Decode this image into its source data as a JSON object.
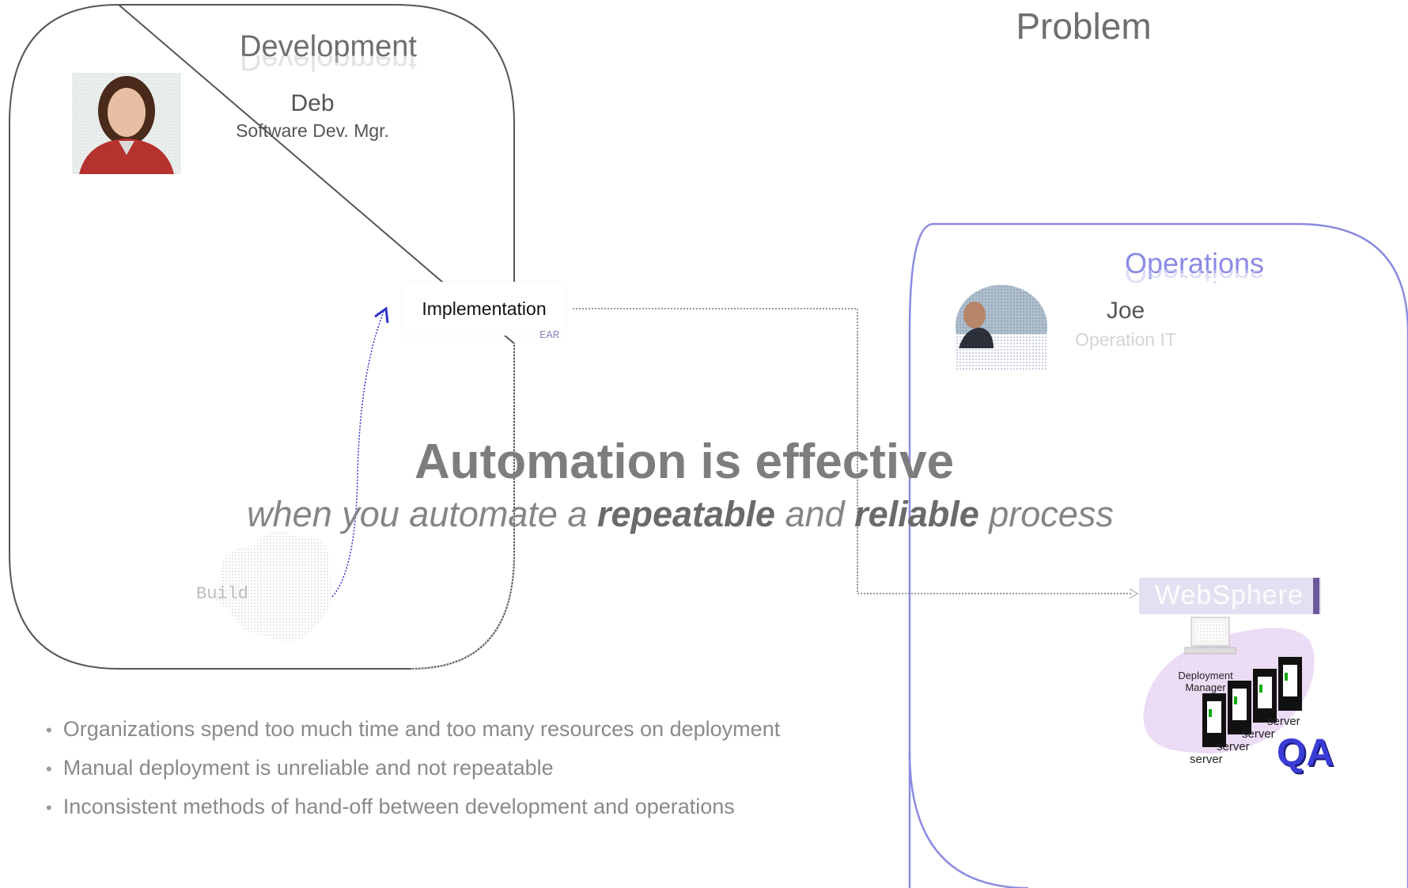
{
  "title": "Problem",
  "development": {
    "title": "Development",
    "person": {
      "name": "Deb",
      "role": "Software Dev. Mgr."
    },
    "artifact": "Implementation",
    "artifact_tag": "EAR",
    "build_label": "Build"
  },
  "operations": {
    "title": "Operations",
    "person": {
      "name": "Joe",
      "role": "Operation IT"
    },
    "product_banner": "WebSphere",
    "deployment_manager": "Deployment Manager",
    "servers": [
      "server",
      "server",
      "server",
      "server"
    ],
    "environment": "QA"
  },
  "message": {
    "headline": "Automation is effective",
    "sub_prefix": "when you automate a ",
    "sub_bold1": "repeatable",
    "sub_mid": " and ",
    "sub_bold2": "reliable",
    "sub_suffix": " process"
  },
  "bullets": [
    "Organizations spend too much time and too many resources on deployment",
    "Manual deployment is unreliable and not repeatable",
    "Inconsistent methods of hand-off between development and operations"
  ],
  "colors": {
    "dev_border": "#555555",
    "ops_border": "#8c8ce0",
    "ops_title": "#8a8ae6",
    "qa": "#3b3bd6",
    "arrow": "#3333cc"
  }
}
